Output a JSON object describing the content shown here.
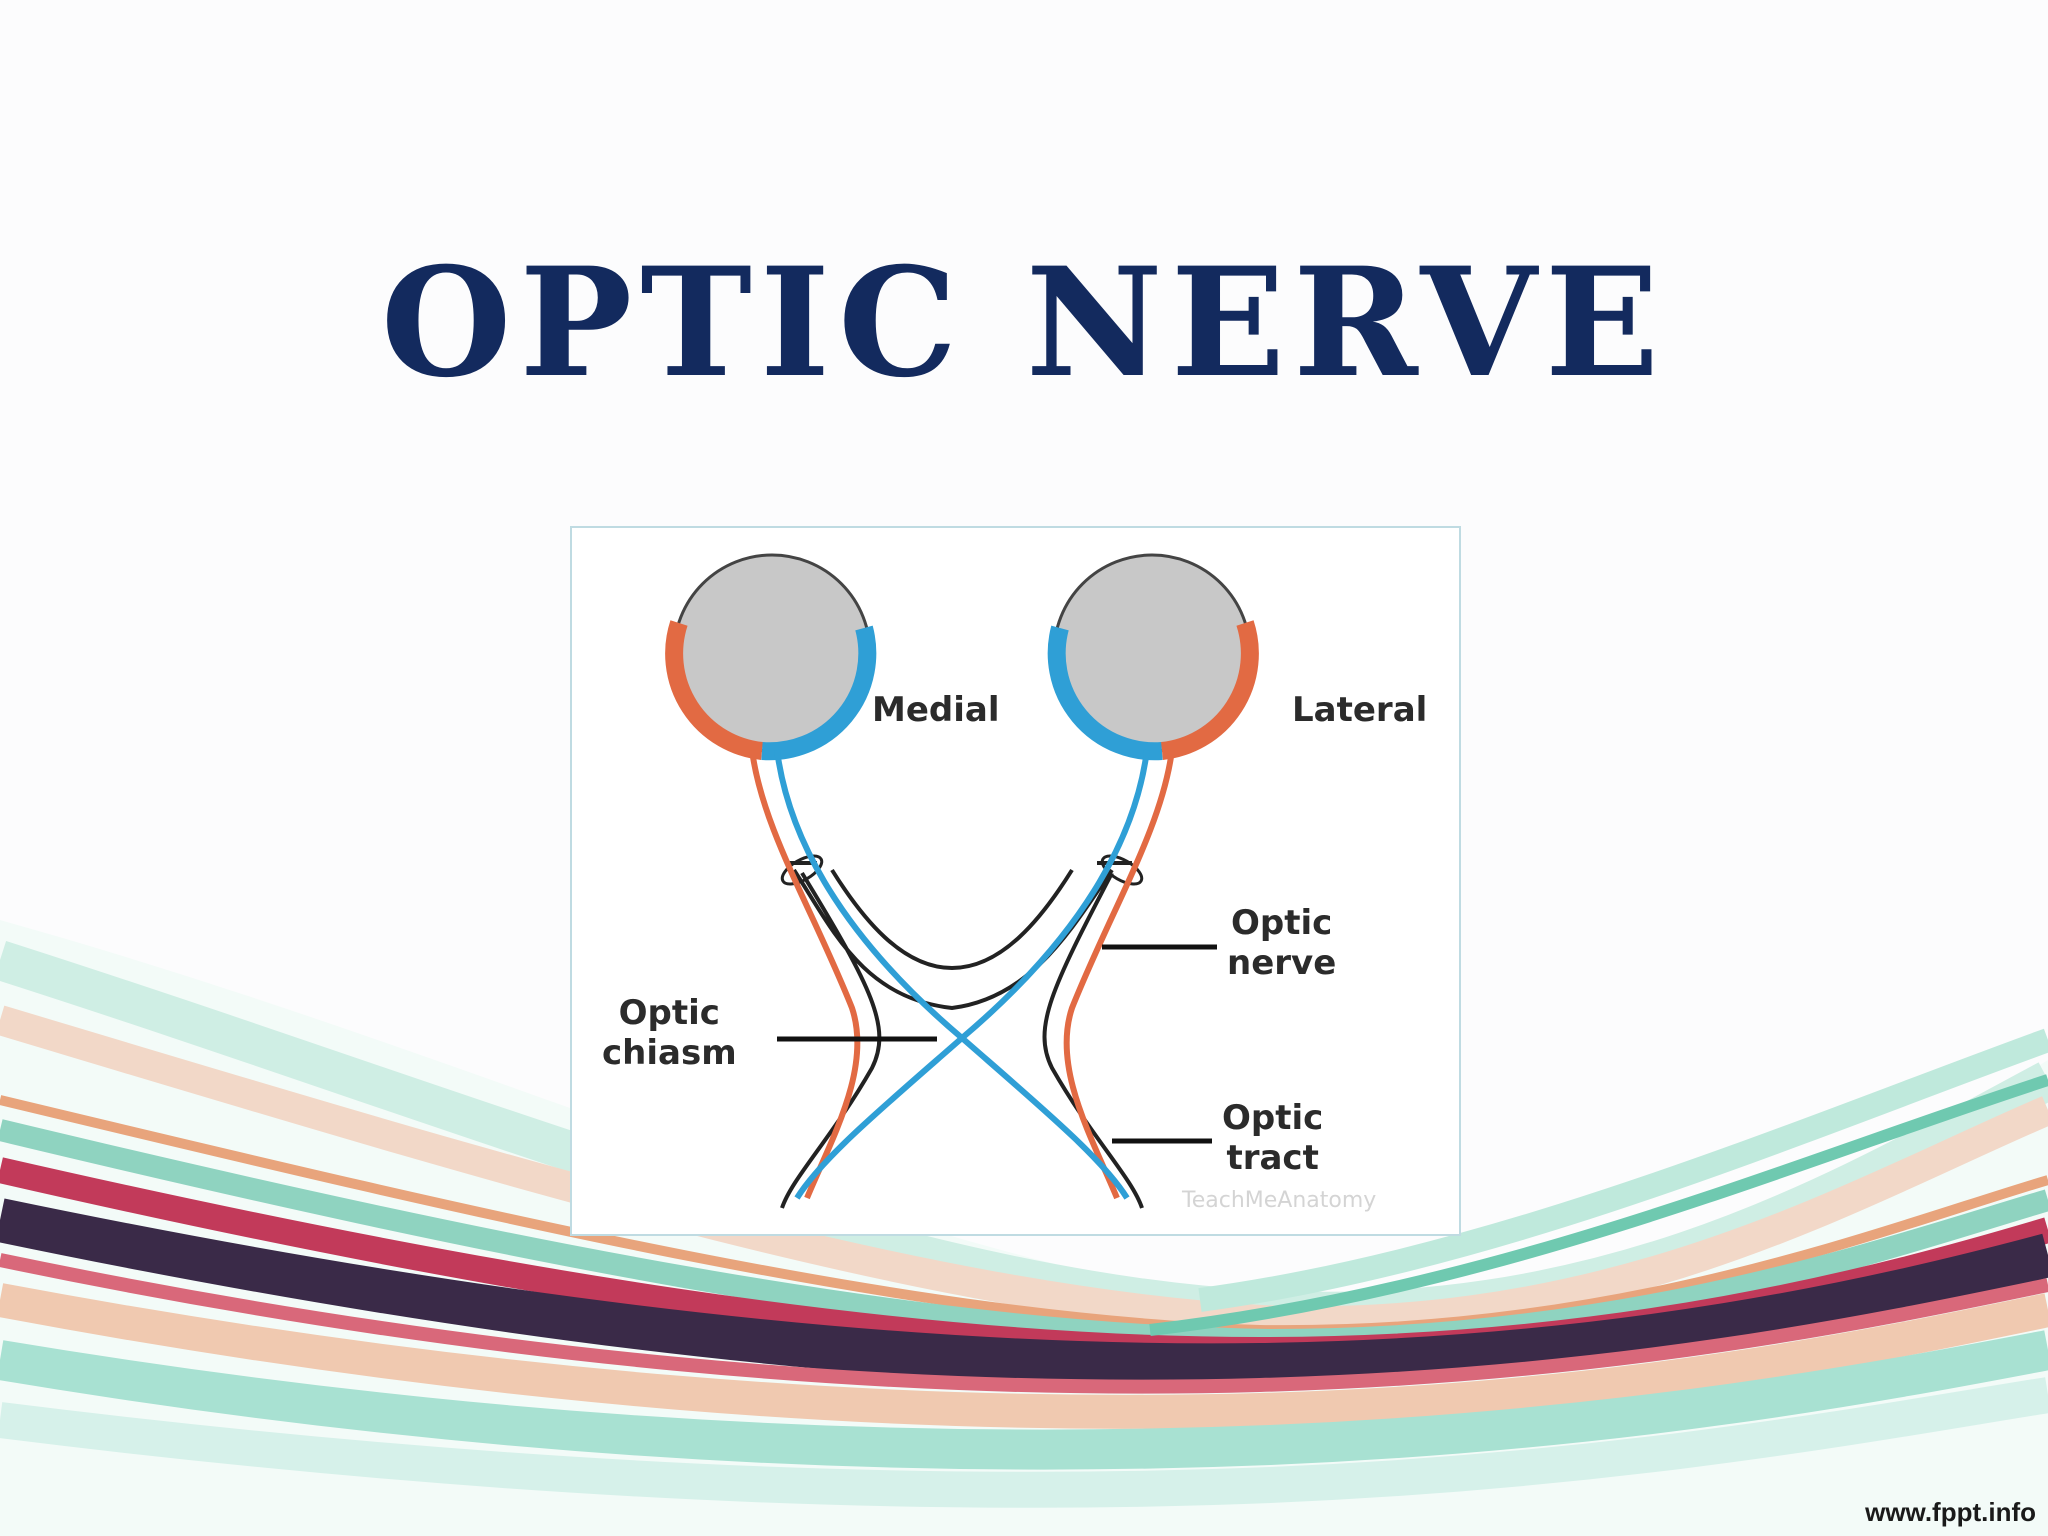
{
  "slide": {
    "title": "OPTIC NERVE",
    "footer_url": "www.fppt.info"
  },
  "diagram": {
    "labels": {
      "medial": "Medial",
      "lateral": "Lateral",
      "optic_nerve_line1": "Optic",
      "optic_nerve_line2": "nerve",
      "optic_chiasm_line1": "Optic",
      "optic_chiasm_line2": "chiasm",
      "optic_tract_line1": "Optic",
      "optic_tract_line2": "tract"
    },
    "watermark": "TeachMeAnatomy"
  },
  "colors": {
    "title": "#132a5e",
    "nasal_fibers": "#2f9fd6",
    "temporal_fibers": "#e26a43",
    "eyeball": "#bdbdbd"
  }
}
